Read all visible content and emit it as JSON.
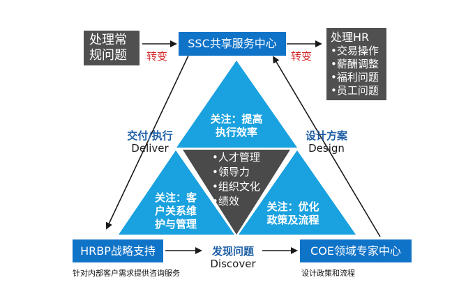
{
  "top_left_box": {
    "line1": "处理常",
    "line2": "规问题"
  },
  "ssc_box": {
    "label": "SSC共享服务中心"
  },
  "top_right_box": {
    "title": "处理HR",
    "items": [
      "•交易操作",
      "•薪酬调整",
      "•福利问题",
      "•员工问题"
    ]
  },
  "transfer_left": "转变",
  "transfer_right": "转变",
  "deliver": {
    "cn": "交付/执行",
    "en": "Deliver"
  },
  "design": {
    "cn": "设计方案",
    "en": "Design"
  },
  "discover": {
    "cn": "发现问题",
    "en": "Discover"
  },
  "triangle_top": {
    "line1": "关注：提高",
    "line2": "执行效率"
  },
  "triangle_left": {
    "line1": "关注：客",
    "line2": "户关系维",
    "line3": "护与管理"
  },
  "triangle_right": {
    "line1": "关注：优化",
    "line2": "政策及流程"
  },
  "center_items": [
    "•人才管理",
    "•领导力",
    "•组织文化",
    "•绩效"
  ],
  "hrbp_box": {
    "label": "HRBP战略支持",
    "caption": "针对内部客户需求提供咨询服务"
  },
  "coe_box": {
    "label": "COE领域专家中心",
    "caption": "设计政策和流程"
  },
  "colors": {
    "blue": "#0f73c8",
    "sky": "#1aa1df",
    "dark": "#4a4a4a",
    "gray_box": "#505050",
    "red": "#d42727"
  }
}
